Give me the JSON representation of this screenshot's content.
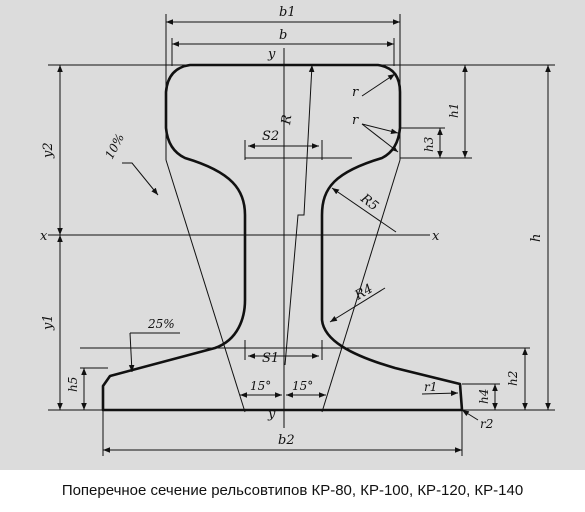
{
  "figure": {
    "caption": "Поперечное сечение рельсовтипов КР-80, КР-100, КР-120, КР-140",
    "labels": {
      "b1": "b1",
      "b": "b",
      "b2": "b2",
      "y_top": "y",
      "y_bottom": "y",
      "x_left": "x",
      "x_right": "x",
      "y1": "y1",
      "y2": "y2",
      "h": "h",
      "h1": "h1",
      "h2": "h2",
      "h3": "h3",
      "h4": "h4",
      "h5": "h5",
      "r_upper": "r",
      "r_lower": "r",
      "r1": "r1",
      "r2": "r2",
      "R": "R",
      "R5": "R5",
      "R4": "R4",
      "S1": "S1",
      "S2": "S2",
      "slope_head": "10%",
      "slope_base": "25%",
      "angle_left": "15°",
      "angle_right": "15°"
    },
    "colors": {
      "panel_background": "#dcdcdc",
      "line": "#111111",
      "caption_background": "#ffffff"
    }
  }
}
